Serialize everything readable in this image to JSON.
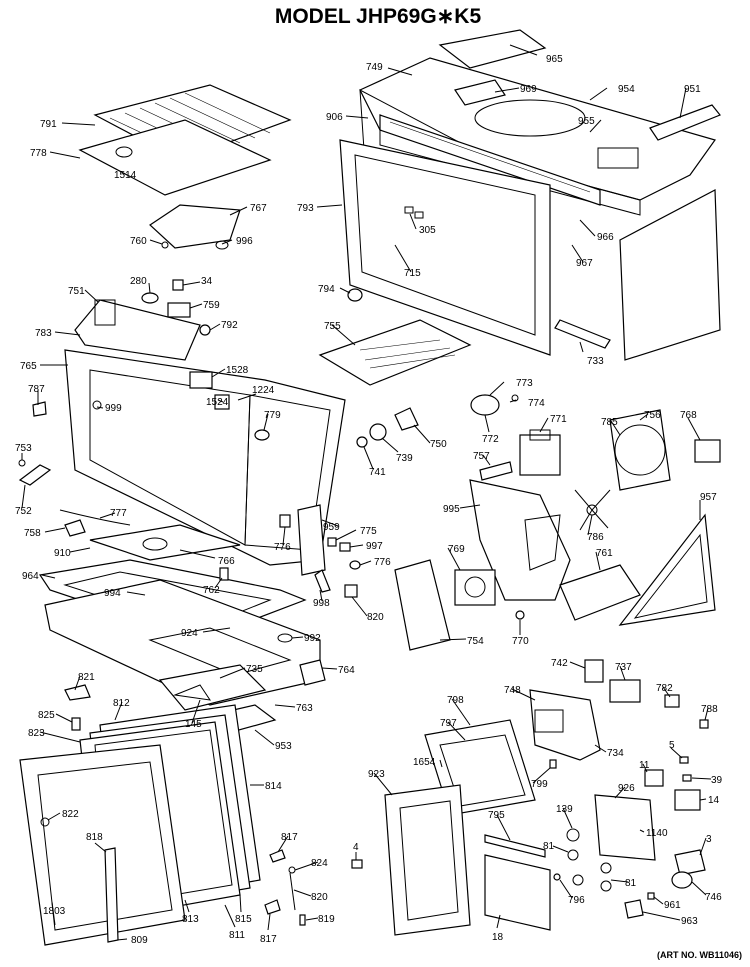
{
  "title": "MODEL JHP69G∗K5",
  "art_number": "(ART NO. WB11046)",
  "callouts": {
    "p965": "965",
    "p749": "749",
    "p969": "969",
    "p954": "954",
    "p951": "951",
    "p906": "906",
    "p955": "955",
    "p791": "791",
    "p778": "778",
    "p1514": "1514",
    "p767": "767",
    "p793": "793",
    "p760": "760",
    "p996": "996",
    "p305": "305",
    "p966": "966",
    "p967": "967",
    "p715": "715",
    "p280": "280",
    "p34": "34",
    "p751": "751",
    "p759": "759",
    "p794": "794",
    "p783": "783",
    "p792": "792",
    "p755": "755",
    "p733": "733",
    "p765": "765",
    "p1528": "1528",
    "p787": "787",
    "p1524": "1524",
    "p1224": "1224",
    "p999": "999",
    "p773": "773",
    "p774": "774",
    "p779": "779",
    "p772": "772",
    "p771": "771",
    "p756": "756",
    "p768": "768",
    "p750": "750",
    "p785": "785",
    "p739": "739",
    "p741": "741",
    "p753": "753",
    "p757": "757",
    "p752": "752",
    "p777": "777",
    "p995": "995",
    "p957": "957",
    "p959": "959",
    "p775": "775",
    "p758": "758",
    "p776a": "776",
    "p997": "997",
    "p786": "786",
    "p910": "910",
    "p766": "766",
    "p776b": "776",
    "p769": "769",
    "p964": "964",
    "p762": "762",
    "p761": "761",
    "p998": "998",
    "p994": "994",
    "p820a": "820",
    "p770": "770",
    "p924": "924",
    "p992": "992",
    "p754": "754",
    "p764": "764",
    "p735": "735",
    "p742": "742",
    "p737": "737",
    "p821": "821",
    "p763": "763",
    "p748": "748",
    "p782": "782",
    "p812": "812",
    "p798": "798",
    "p825": "825",
    "p145": "145",
    "p788": "788",
    "p823": "823",
    "p953": "953",
    "p797": "797",
    "p5": "5",
    "p734": "734",
    "p1654": "1654",
    "p799": "799",
    "p11": "11",
    "p39": "39",
    "p814": "814",
    "p923": "923",
    "p926": "926",
    "p14": "14",
    "p822": "822",
    "p139": "139",
    "p795": "795",
    "p817a": "817",
    "p1140": "1140",
    "p818": "818",
    "p4": "4",
    "p824": "824",
    "p81a": "81",
    "p3": "3",
    "p81b": "81",
    "p796": "796",
    "p746": "746",
    "p820b": "820",
    "p1803": "1803",
    "p813": "813",
    "p815": "815",
    "p961": "961",
    "p819": "819",
    "p963": "963",
    "p811": "811",
    "p817b": "817",
    "p18": "18",
    "p809": "809"
  }
}
